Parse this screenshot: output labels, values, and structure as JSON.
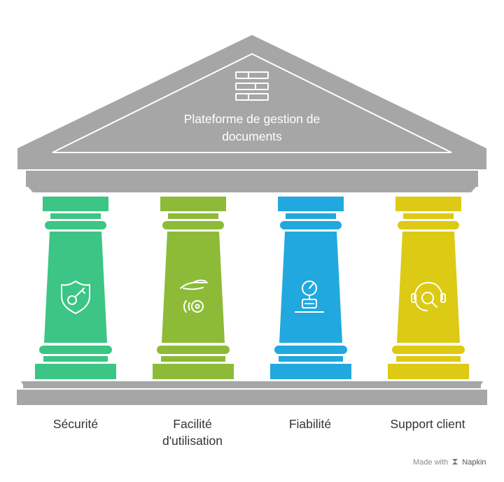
{
  "diagram": {
    "title_lines": [
      "Plateforme de gestion de",
      "documents"
    ],
    "roof_icon": "server-stack-icon",
    "pillars": [
      {
        "label_lines": [
          "Sécurité"
        ],
        "color": "#3CC584",
        "icon": "shield-key-icon"
      },
      {
        "label_lines": [
          "Facilité",
          "d'utilisation"
        ],
        "color": "#8DBB38",
        "icon": "hand-pointer-icon"
      },
      {
        "label_lines": [
          "Fiabilité"
        ],
        "color": "#21A8DE",
        "icon": "pressure-gauge-icon"
      },
      {
        "label_lines": [
          "Support client"
        ],
        "color": "#DCCA14",
        "icon": "headset-support-icon"
      }
    ],
    "structure_color": "#A6A6A6",
    "text_color": "#333333"
  },
  "credit": {
    "prefix": "Made with",
    "brand": "Napkin",
    "icon": "napkin-logo-icon"
  }
}
